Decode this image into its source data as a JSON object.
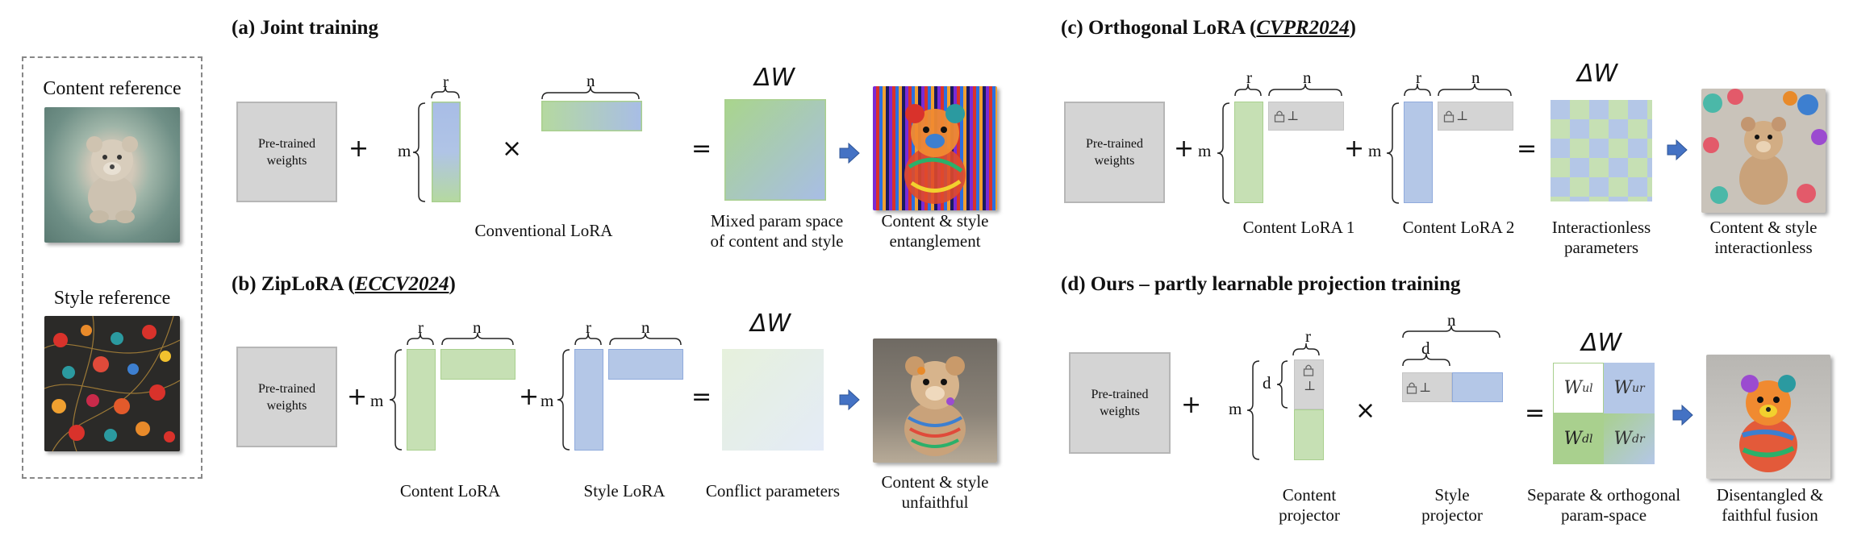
{
  "refs": {
    "content_label": "Content reference",
    "style_label": "Style reference"
  },
  "panel_a": {
    "title": "(a)  Joint  training",
    "pretrained": "Pre-trained weights",
    "dim_r": "r",
    "dim_n": "n",
    "dim_m": "m",
    "plus": "+",
    "times": "×",
    "equals": "=",
    "delta_w": "ΔW",
    "caption_lora": "Conventional LoRA",
    "caption_mix_1": "Mixed param space",
    "caption_mix_2": "of content and style",
    "caption_out_1": "Content & style",
    "caption_out_2": "entanglement"
  },
  "panel_b": {
    "title_pre": "(b) ZipLoRA (",
    "title_venue": "ECCV2024",
    "title_post": ")",
    "pretrained": "Pre-trained weights",
    "dim_r": "r",
    "dim_n": "n",
    "dim_m": "m",
    "plus": "+",
    "equals": "=",
    "delta_w": "ΔW",
    "caption_content": "Content LoRA",
    "caption_style": "Style LoRA",
    "caption_conflict": "Conflict parameters",
    "caption_out_1": "Content & style",
    "caption_out_2": "unfaithful"
  },
  "panel_c": {
    "title_pre": "(c)  Orthogonal LoRA (",
    "title_venue": "CVPR2024",
    "title_post": ")",
    "pretrained": "Pre-trained weights",
    "dim_r": "r",
    "dim_n": "n",
    "dim_m": "m",
    "plus": "+",
    "equals": "=",
    "lock_perp": "⊥",
    "delta_w": "ΔW",
    "caption_l1": "Content LoRA 1",
    "caption_l2": "Content LoRA 2",
    "caption_inter_1": "Interactionless",
    "caption_inter_2": "parameters",
    "caption_out_1": "Content & style",
    "caption_out_2": "interactionless"
  },
  "panel_d": {
    "title": "(d)  Ours – partly learnable projection training",
    "pretrained": "Pre-trained weights",
    "dim_r": "r",
    "dim_n": "n",
    "dim_m": "m",
    "dim_d": "d",
    "plus": "+",
    "times": "×",
    "equals": "=",
    "lock_perp": "⊥",
    "delta_w": "ΔW",
    "w_ul": "W",
    "w_ul_sub": "ul",
    "w_ur": "W",
    "w_ur_sub": "ur",
    "w_dl": "W",
    "w_dl_sub": "dl",
    "w_dr": "W",
    "w_dr_sub": "dr",
    "caption_cp_1": "Content",
    "caption_cp_2": "projector",
    "caption_sp_1": "Style",
    "caption_sp_2": "projector",
    "caption_sep_1": "Separate & orthogonal",
    "caption_sep_2": "param-space",
    "caption_out_1": "Disentangled &",
    "caption_out_2": "faithful fusion"
  },
  "colors": {
    "green": "#c6e0b4",
    "blue": "#b4c7e7",
    "gray": "#d4d4d4",
    "arrow": "#4472c4"
  }
}
